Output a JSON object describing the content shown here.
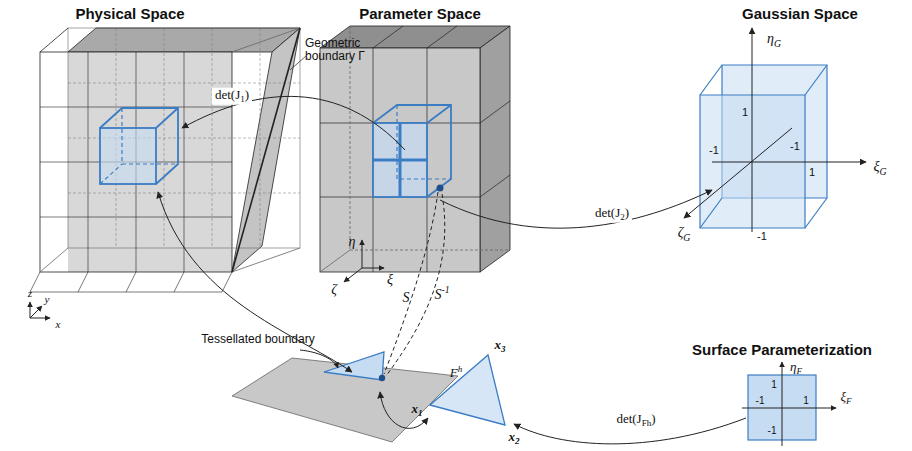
{
  "diagram": {
    "labels": [
      "Physical Space",
      "Parameter Space",
      "Gaussian Space",
      "Geometric boundary Γ",
      "det(J1)",
      "det(J2)",
      "z",
      "y",
      "x",
      "η",
      "ζ",
      "ξ",
      "ηG",
      "ξG",
      "ζG",
      "1",
      "-1",
      "-1",
      "1",
      "-1",
      "S",
      "S-1",
      "Tessellated boundary",
      "Fh",
      "x1",
      "x2",
      "x3",
      "Surface Parameterization",
      "ηF",
      "ξF",
      "1",
      "-1",
      "1",
      "-1",
      "det(JFh)"
    ]
  }
}
